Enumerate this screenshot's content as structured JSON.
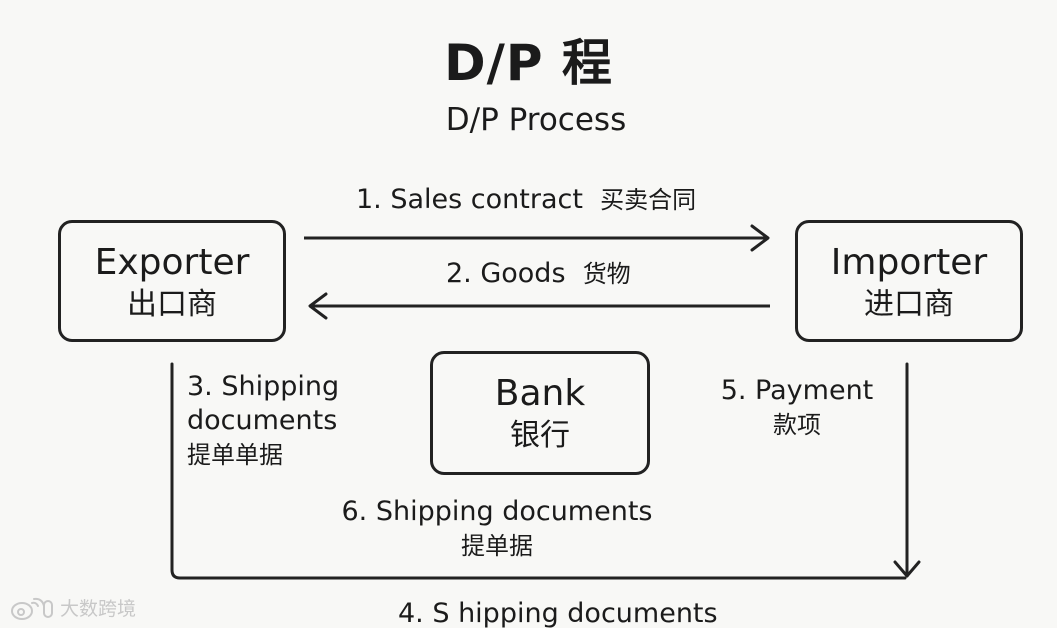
{
  "title": "D/P 程",
  "subtitle": "D/P Process",
  "nodes": {
    "exporter": {
      "en": "Exporter",
      "zh": "出口商"
    },
    "importer": {
      "en": "Importer",
      "zh": "进口商"
    },
    "bank": {
      "en": "Bank",
      "zh": "银行"
    }
  },
  "flows": {
    "step1": {
      "en": "1. Sales contract",
      "zh": "买卖合同"
    },
    "step2": {
      "en": "2. Goods",
      "zh": "货物"
    },
    "step3": {
      "en1": "3. Shipping",
      "en2": "documents",
      "zh": "提单单据"
    },
    "step4": {
      "en": "4. S hipping documents"
    },
    "step5": {
      "en": "5. Payment",
      "zh": "款项"
    },
    "step6": {
      "en": "6. Shipping documents",
      "zh": "提单据"
    }
  },
  "watermark": {
    "icon": "weibo-logo-icon",
    "text": "大数跨境"
  },
  "colors": {
    "stroke": "#222222",
    "background": "#f8f8f6",
    "watermark": "#c8c8c8"
  }
}
